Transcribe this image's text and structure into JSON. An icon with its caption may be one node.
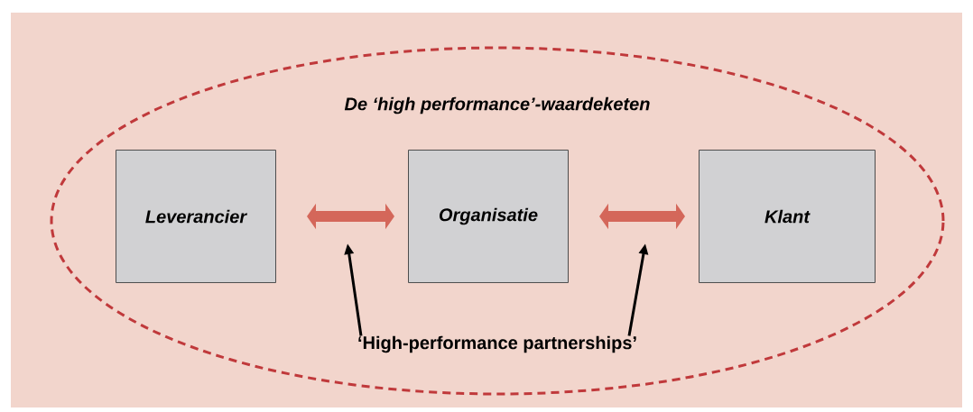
{
  "diagram": {
    "nodes": [
      {
        "text": [
          "De ‘high performance’-waardeketen"
        ]
      },
      {
        "text": [
          "Leverancier"
        ],
        "in": 0
      },
      {
        "text": [
          "Organisatie"
        ],
        "in": 0
      },
      {
        "text": [
          "Klant"
        ],
        "in": 0
      },
      {
        "text": [
          "‘High-performance partnerships’"
        ],
        "in": 0
      }
    ],
    "edges": [
      {
        "from": 1,
        "to": 2,
        "arrow": "both",
        "style": "thick",
        "color": "#d4675a"
      },
      {
        "from": 2,
        "to": 3,
        "arrow": "both",
        "style": "thick",
        "color": "#d4675a"
      },
      {
        "from": 4,
        "to": null,
        "arrow": "to",
        "color": "#000000"
      },
      {
        "from": 4,
        "to": null,
        "arrow": "to",
        "color": "#000000"
      }
    ]
  }
}
